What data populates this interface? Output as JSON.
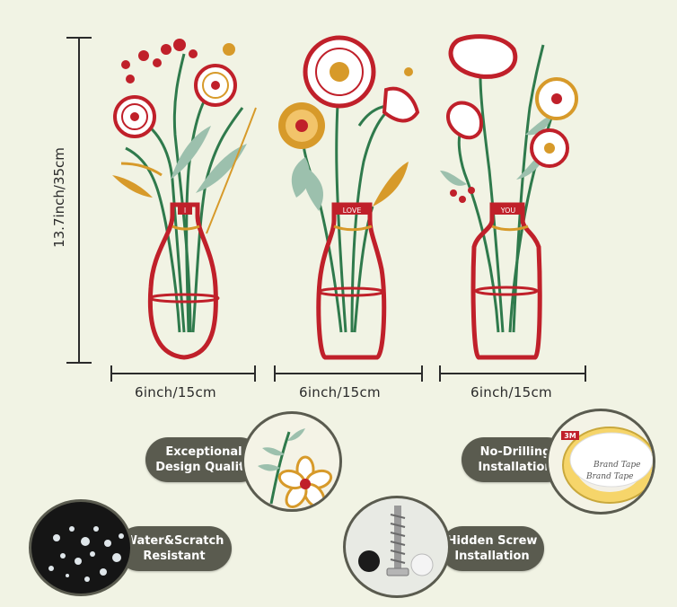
{
  "dimensions": {
    "height_label": "13.7inch/35cm",
    "width_labels": [
      "6inch/15cm",
      "6inch/15cm",
      "6inch/15cm"
    ]
  },
  "vases": [
    {
      "tag": "I",
      "accent": "#c0202a"
    },
    {
      "tag": "LOVE",
      "accent": "#c0202a"
    },
    {
      "tag": "YOU",
      "accent": "#c0202a"
    }
  ],
  "features": [
    {
      "line1": "Exceptional",
      "line2": "Design Quality"
    },
    {
      "line1": "No-Drilling",
      "line2": "Installation"
    },
    {
      "line1": "Water&Scratch",
      "line2": "Resistant"
    },
    {
      "line1": "Hidden Screw",
      "line2": "Installation"
    }
  ],
  "tape_text": {
    "brand": "3M",
    "line1": "Brand Tape",
    "line2": "Brand Tape"
  },
  "colors": {
    "red": "#c0202a",
    "green": "#2f7a4c",
    "gold": "#d79a2a",
    "sage": "#9cc0ad",
    "pill": "#5a5b4f",
    "background": "#f1f3e4"
  }
}
